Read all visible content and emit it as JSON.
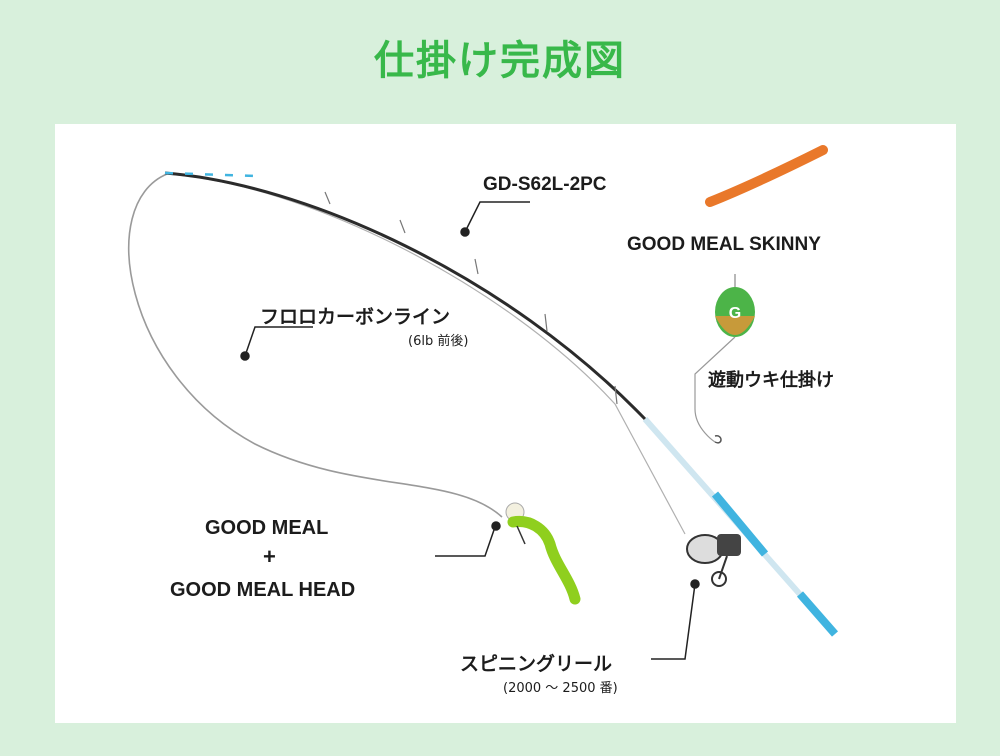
{
  "title": "仕掛け完成図",
  "colors": {
    "title": "#38b84a",
    "background": "#d8f0dc",
    "panel": "#ffffff",
    "rod_blank": "#2b2b2b",
    "rod_butt": "#40b4e0",
    "line": "#9a9a9a",
    "lure_skinny": "#e9782a",
    "lure_meal": "#8fcf1e",
    "float_top": "#4cb448",
    "float_bottom": "#c79a3a"
  },
  "labels": {
    "rod": "GD-S62L-2PC",
    "line": "フロロカーボンライン",
    "line_spec": "(6lb 前後)",
    "skinny": "GOOD MEAL SKINNY",
    "float_rig": "遊動ウキ仕掛け",
    "meal": "GOOD MEAL",
    "plus": "+",
    "meal_head": "GOOD MEAL HEAD",
    "reel": "スピニングリール",
    "reel_spec": "(2000 〜 2500 番)",
    "float_letter": "G"
  },
  "icons": [
    "rod",
    "spinning-reel",
    "float",
    "soft-lure-skinny",
    "soft-lure-meal",
    "jig-head",
    "hook"
  ]
}
